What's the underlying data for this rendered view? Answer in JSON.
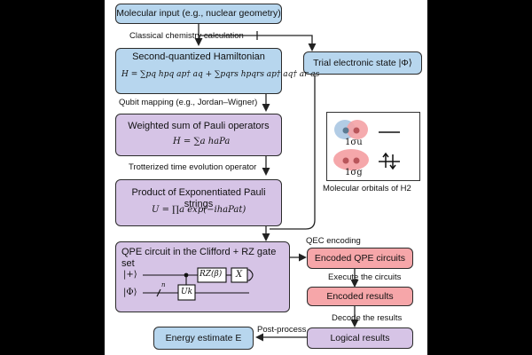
{
  "boxes": {
    "molecular_input": "Molecular input (e.g., nuclear geometry)",
    "hamiltonian_title": "Second-quantized Hamiltonian",
    "hamiltonian_eq": "H = ∑pq hpq ap† aq + ∑pqrs hpqrs ap† aq† ar as",
    "pauli_title": "Weighted sum of Pauli operators",
    "pauli_eq": "H = ∑a haPa",
    "product_title": "Product of Exponentiated Pauli strings",
    "product_eq": "U = ∏a exp(−ihaPat)",
    "qpe_title": "QPE circuit in the Clifford + RZ gate set",
    "trial_state": "Trial electronic state |Φ⟩",
    "encoded_qpe": "Encoded QPE circuits",
    "encoded_results": "Encoded results",
    "logical_results": "Logical results",
    "energy_estimate": "Energy estimate E"
  },
  "labels": {
    "classical": "Classical chemistry calculation",
    "qubit_mapping": "Qubit mapping (e.g., Jordan–Wigner)",
    "trotterized": "Trotterized time evolution operator",
    "qec": "QEC encoding",
    "execute": "Execute the circuits",
    "decode": "Decode the results",
    "postprocess": "Post-process",
    "orbitals_caption": "Molecular orbitals of H2"
  },
  "circuit": {
    "plus_state": "|+⟩",
    "phi_state": "|Φ⟩",
    "register_size": "n",
    "rz_gate": "RZ(β)",
    "x_gate": "X",
    "u_gate": "Uk"
  },
  "orbitals": {
    "sigma_u": "1σu",
    "sigma_g": "1σg"
  }
}
